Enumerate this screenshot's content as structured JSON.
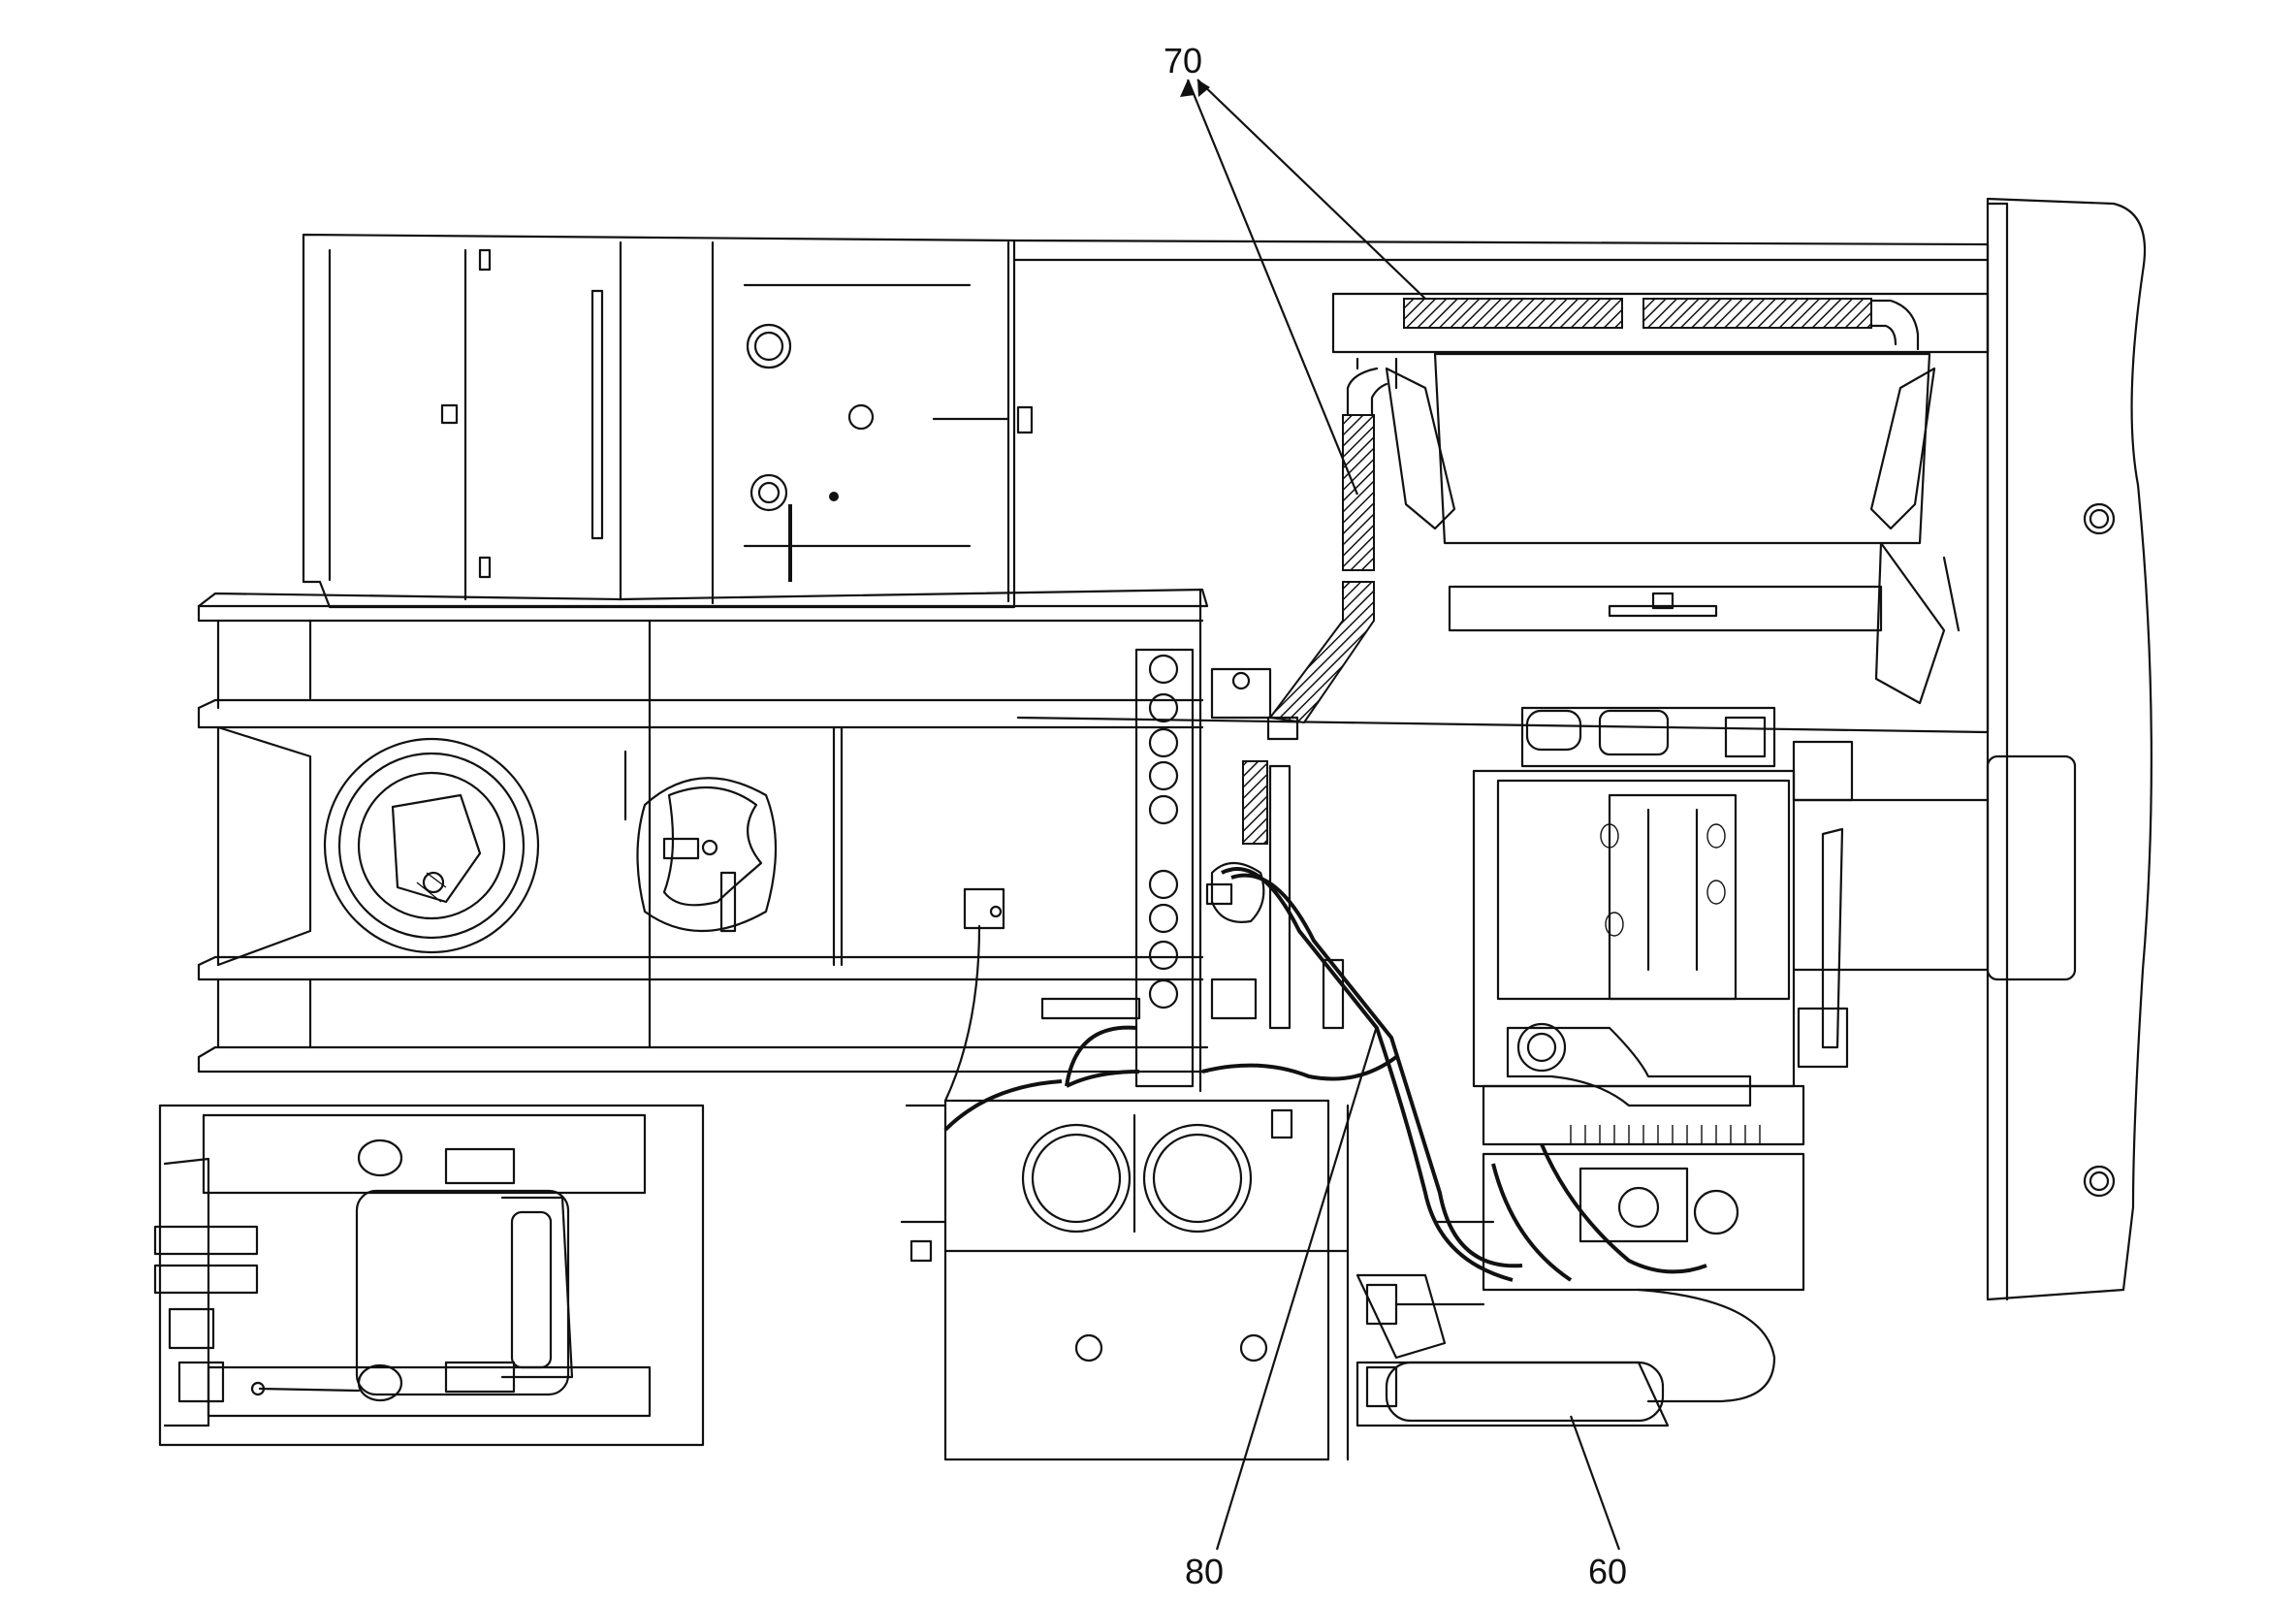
{
  "callouts": [
    {
      "label": "70"
    },
    {
      "label": "80"
    },
    {
      "label": "60"
    }
  ]
}
